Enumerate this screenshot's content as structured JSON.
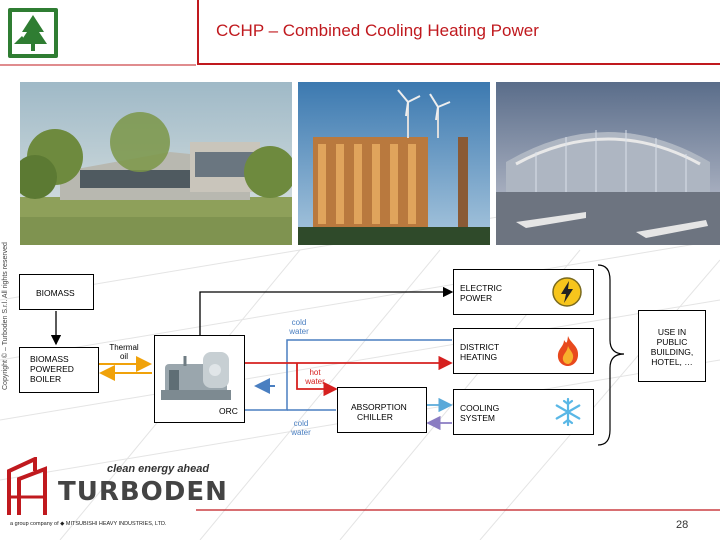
{
  "header": {
    "title": "CCHP – Combined  Cooling Heating Power"
  },
  "copyright": "Copyright © – Turboden S.r.l. All rights reserved",
  "diagram": {
    "biomass": "BIOMASS",
    "boiler": [
      "BIOMASS",
      "POWERED",
      "BOILER"
    ],
    "thermal_oil": [
      "Thermal",
      "oil"
    ],
    "orc": "ORC",
    "cold_water_top": [
      "cold",
      "water"
    ],
    "hot_water": [
      "hot",
      "water"
    ],
    "cold_water_bottom": [
      "cold",
      "water"
    ],
    "absorption": [
      "ABSORPTION",
      "CHILLER"
    ],
    "electric": [
      "ELECTRIC",
      "POWER"
    ],
    "district": [
      "DISTRICT",
      "HEATING"
    ],
    "cooling": [
      "COOLING",
      "SYSTEM"
    ],
    "use": [
      "USE IN",
      "PUBLIC",
      "BUILDING,",
      "HOTEL, …"
    ]
  },
  "footer": {
    "tagline": "clean energy ahead",
    "brand": "TURBODEN",
    "group": "a group company of ◆ MITSUBISHI HEAVY INDUSTRIES, LTD.",
    "page": "28"
  },
  "colors": {
    "accent": "#c0191e",
    "green": "#2f7d32",
    "blue": "#4a7fc1",
    "red": "#d6201f",
    "orange": "#f0a20a",
    "lightblue": "#5aa9d9",
    "purple": "#8a7cc2"
  }
}
